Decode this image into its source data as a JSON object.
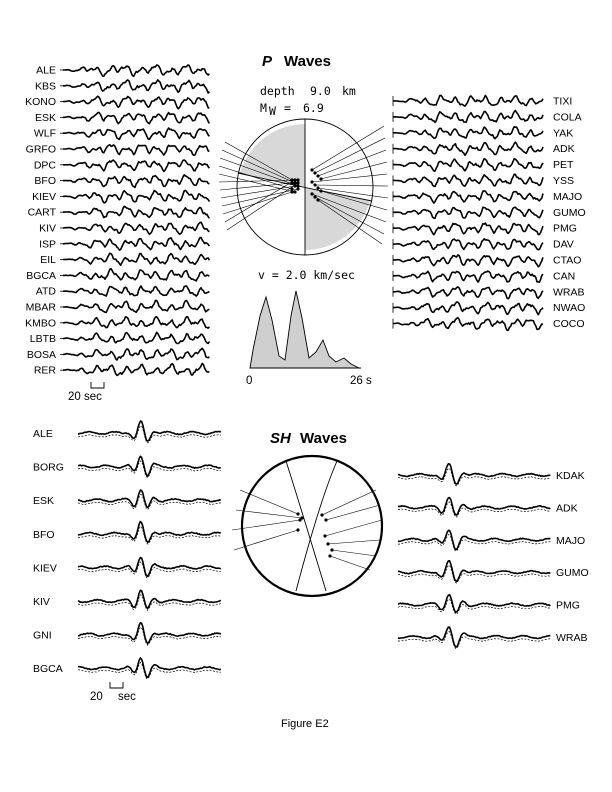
{
  "p_waves": {
    "title_symbol": "P",
    "title_word": "Waves",
    "depth_label": "depth",
    "depth_value": "9.0",
    "depth_unit": "km",
    "mw_label": "M",
    "mw_sub": "W",
    "mw_eq": "=",
    "mw_value": "6.9",
    "velocity_text": "v = 2.0 km/sec",
    "stf_start": "0",
    "stf_end": "26 s",
    "time_scale": "20 sec",
    "left_stations": [
      "ALE",
      "KBS",
      "KONO",
      "ESK",
      "WLF",
      "GRFO",
      "DPC",
      "BFO",
      "KIEV",
      "CART",
      "KIV",
      "ISP",
      "EIL",
      "BGCA",
      "ATD",
      "MBAR",
      "KMBO",
      "LBTB",
      "BOSA",
      "RER"
    ],
    "right_stations": [
      "TIXI",
      "COLA",
      "YAK",
      "ADK",
      "PET",
      "YSS",
      "MAJO",
      "GUMO",
      "PMG",
      "DAV",
      "CTAO",
      "CAN",
      "WRAB",
      "NWAO",
      "COCO"
    ]
  },
  "sh_waves": {
    "title_symbol": "SH",
    "title_word": "Waves",
    "time_scale_num": "20",
    "time_scale_unit": "sec",
    "left_stations": [
      "ALE",
      "BORG",
      "ESK",
      "BFO",
      "KIEV",
      "KIV",
      "GNI",
      "BGCA"
    ],
    "right_stations": [
      "KDAK",
      "ADK",
      "MAJO",
      "GUMO",
      "PMG",
      "WRAB"
    ]
  },
  "caption": "Figure E2"
}
